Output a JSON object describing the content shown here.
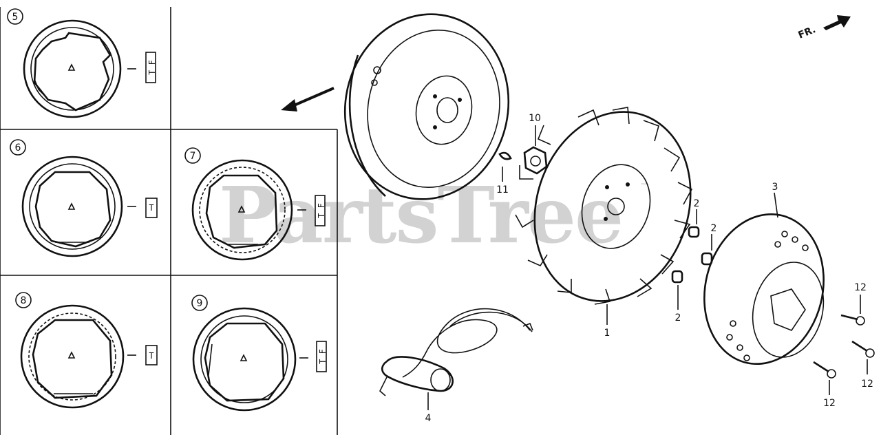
{
  "watermark": "PartsTree",
  "watermark_tm": "™",
  "direction_label": "FR.",
  "panels": [
    {
      "id": "5",
      "stamp": "T F"
    },
    {
      "id": "6",
      "stamp": "T"
    },
    {
      "id": "7",
      "stamp": "T F"
    },
    {
      "id": "8",
      "stamp": "T"
    },
    {
      "id": "9",
      "stamp": "T F"
    }
  ],
  "callouts": {
    "fan": "1",
    "collar_top": "2",
    "collar_mid": "2",
    "collar_bot": "2",
    "pulley": "3",
    "grip": "4",
    "nut": "10",
    "key": "11",
    "bolt_top": "12",
    "bolt_mid": "12",
    "bolt_bot": "12"
  }
}
